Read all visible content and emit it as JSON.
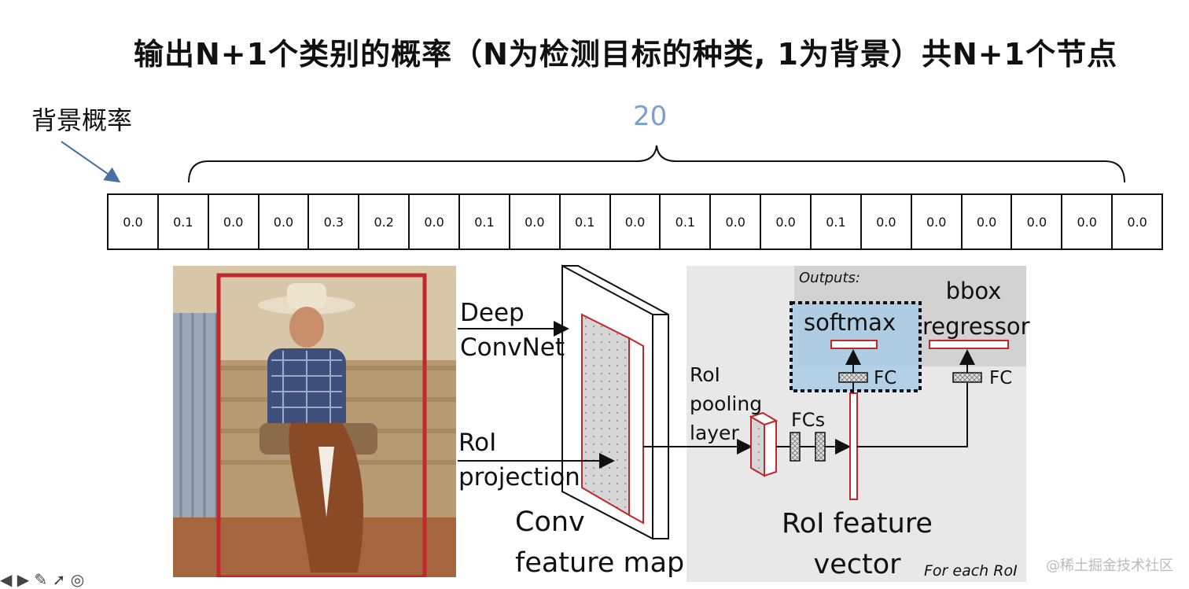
{
  "title": "输出N+1个类别的概率（N为检测目标的种类, 1为背景）共N+1个节点",
  "background_label": "背景概率",
  "count_label": "20",
  "probabilities": [
    "0.0",
    "0.1",
    "0.0",
    "0.0",
    "0.3",
    "0.2",
    "0.0",
    "0.1",
    "0.0",
    "0.1",
    "0.0",
    "0.1",
    "0.0",
    "0.0",
    "0.1",
    "0.0",
    "0.0",
    "0.0",
    "0.0",
    "0.0",
    "0.0"
  ],
  "diagram": {
    "deep_convnet": [
      "Deep",
      "ConvNet"
    ],
    "roi_projection": [
      "RoI",
      "projection"
    ],
    "conv_feature_map": [
      "Conv",
      "feature map"
    ],
    "roi_pooling_layer": [
      "RoI",
      "pooling",
      "layer"
    ],
    "fcs": "FCs",
    "outputs": "Outputs:",
    "softmax": "softmax",
    "bbox_regressor": [
      "bbox",
      "regressor"
    ],
    "fc_left": "FC",
    "fc_right": "FC",
    "roi_feature_vector": [
      "RoI feature",
      "vector"
    ],
    "for_each_roi": "For each RoI"
  },
  "watermark": "@稀土掘金技术社区",
  "colors": {
    "accent_blue": "#7a9fd0",
    "box_red": "#c0282c",
    "panel_gray": "#e8e8e8",
    "softmax_blue": "#a9cde5"
  }
}
